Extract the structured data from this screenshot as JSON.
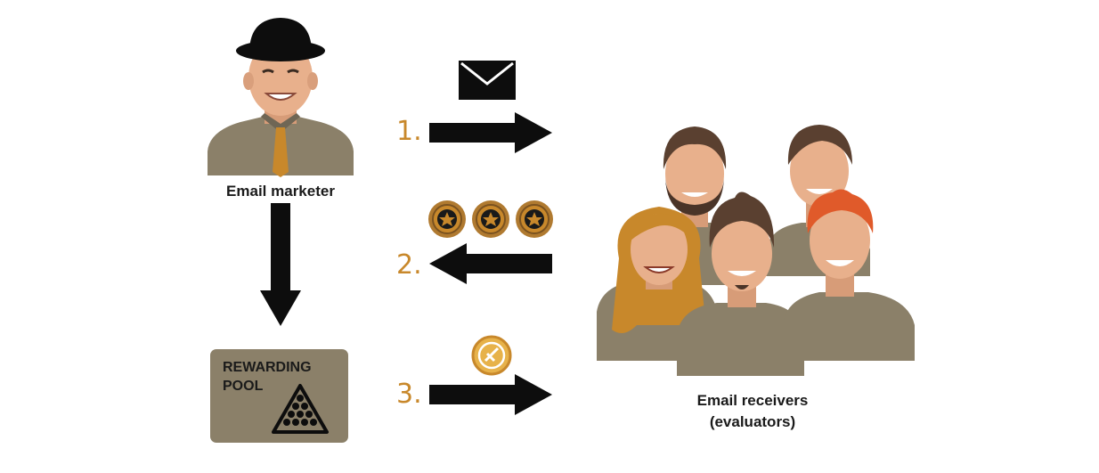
{
  "marketer": {
    "label": "Email marketer"
  },
  "pool": {
    "title": "REWARDING\nPOOL"
  },
  "receivers": {
    "line1": "Email receivers",
    "line2": "(evaluators)"
  },
  "steps": [
    "1.",
    "2.",
    "3."
  ],
  "colors": {
    "accent": "#c8882b",
    "skin": "#e8b08c",
    "shirt": "#8b8069",
    "dark": "#0d0d0d"
  },
  "icons": [
    "envelope-icon",
    "star-coin-icon",
    "token-coin-icon",
    "billiard-rack-icon"
  ]
}
